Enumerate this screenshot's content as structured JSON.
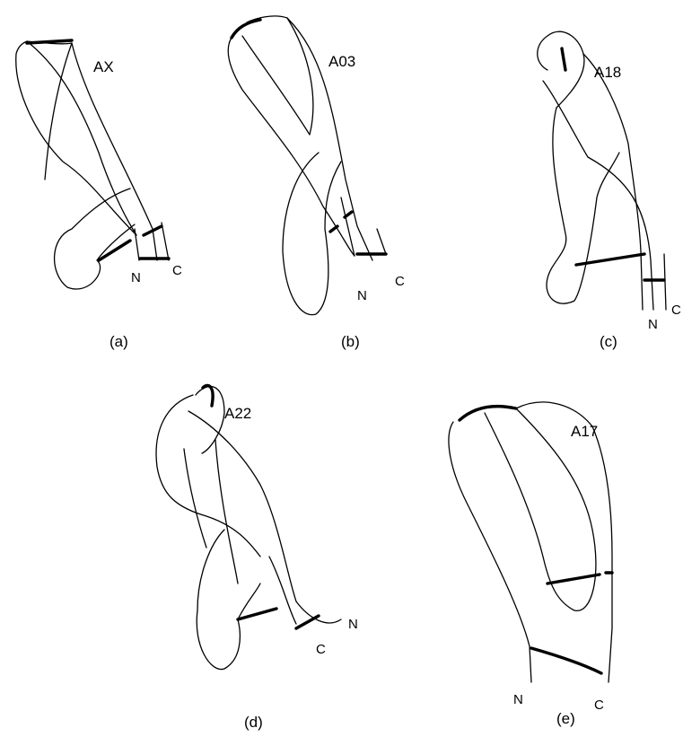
{
  "panels": [
    {
      "id": "a",
      "name": "AX",
      "caption": "(a)",
      "n_label": "N",
      "c_label": "C"
    },
    {
      "id": "b",
      "name": "A03",
      "caption": "(b)",
      "n_label": "N",
      "c_label": "C"
    },
    {
      "id": "c",
      "name": "A18",
      "caption": "(c)",
      "n_label": "N",
      "c_label": "C"
    },
    {
      "id": "d",
      "name": "A22",
      "caption": "(d)",
      "n_label": "N",
      "c_label": "C"
    },
    {
      "id": "e",
      "name": "A17",
      "caption": "(e)",
      "n_label": "N",
      "c_label": "C"
    }
  ]
}
